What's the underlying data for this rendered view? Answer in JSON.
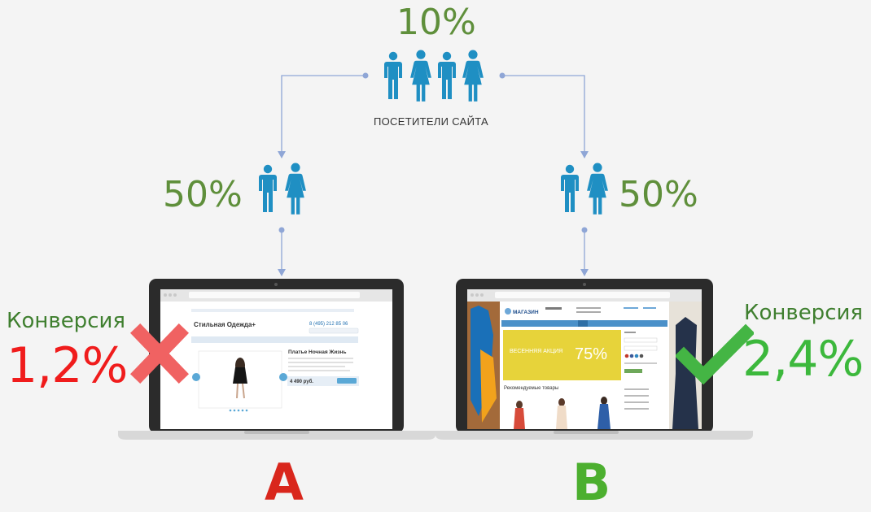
{
  "top": {
    "percent": "10%",
    "label": "ПОСЕТИТЕЛИ САЙТА"
  },
  "left_branch": {
    "percent": "50%"
  },
  "right_branch": {
    "percent": "50%"
  },
  "variant_a": {
    "letter": "A",
    "conversion_label": "Конверсия",
    "conversion_value": "1,2%",
    "result_icon": "cross-icon",
    "site": {
      "shop_name": "Стильная Одежда+",
      "phone": "8 (495) 212 85 06",
      "product_title": "Платье Ночная Жизнь",
      "price": "4 490 руб."
    }
  },
  "variant_b": {
    "letter": "B",
    "conversion_label": "Конверсия",
    "conversion_value": "2,4%",
    "result_icon": "check-icon",
    "site": {
      "shop_name": "МАГАЗИН",
      "banner_text": "ВЕСЕННЯЯ АКЦИЯ",
      "banner_percent": "75%",
      "section_title": "Рекомендуемые товары"
    }
  },
  "colors": {
    "people": "#1f8fc3",
    "connector": "#8fa6d6",
    "percent": "#5f8f3b",
    "a_label": "#d9261c",
    "b_label": "#4caf2f",
    "conv_a": "#f01c1c",
    "conv_b": "#3cb83c",
    "conv_label_a": "#3f7f2f",
    "conv_label_b": "#3f7f2f",
    "cross": "#f06262",
    "check": "#44b544"
  }
}
